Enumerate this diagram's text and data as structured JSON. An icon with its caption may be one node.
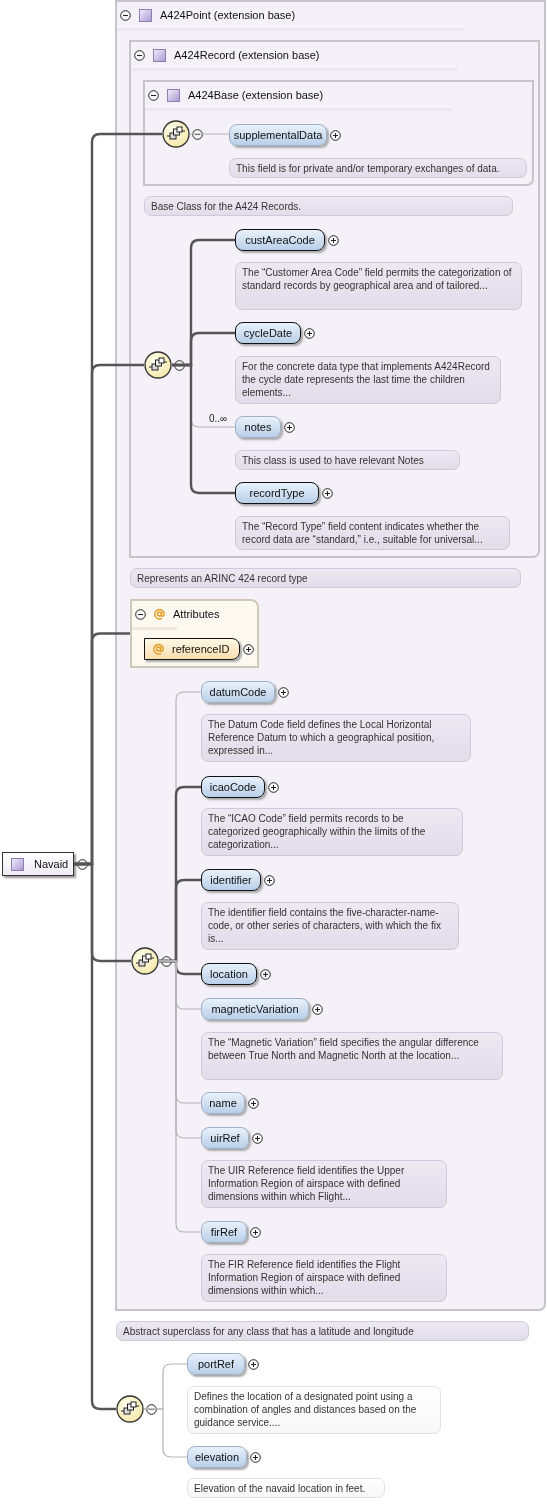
{
  "diagram": {
    "nodes": [
      {
        "text": [
          "Navaid"
        ]
      },
      {
        "text": [
          "A424Point (extension base)"
        ]
      },
      {
        "text": [
          "A424Record (extension base)"
        ],
        "in": 1
      },
      {
        "text": [
          "A424Base (extension base)"
        ],
        "in": 2
      },
      {
        "text": [],
        "shape": "circle",
        "in": 3
      },
      {
        "text": [
          "supplementalData"
        ],
        "in": 3
      },
      {
        "text": [
          "This field is for private and/or temporary exchanges of data."
        ],
        "in": 3
      },
      {
        "text": [
          "Base Class for the A424 Records."
        ],
        "in": 2
      },
      {
        "text": [],
        "shape": "circle",
        "in": 2
      },
      {
        "text": [
          "custAreaCode"
        ],
        "in": 2
      },
      {
        "text": [
          "The “Customer Area Code” field permits the categorization of standard records by geographical area and of tailored..."
        ],
        "in": 2
      },
      {
        "text": [
          "cycleDate"
        ],
        "in": 2
      },
      {
        "text": [
          "For the concrete data type that implements A424Record the cycle date represents the last time the children elements..."
        ],
        "in": 2
      },
      {
        "text": [
          "notes"
        ],
        "in": 2
      },
      {
        "text": [
          "This class is used to have relevant Notes"
        ],
        "in": 2
      },
      {
        "text": [
          "recordType"
        ],
        "in": 2
      },
      {
        "text": [
          "The “Record Type” field content indicates whether the record data are “standard,” i.e., suitable for universal..."
        ],
        "in": 2
      },
      {
        "text": [
          "Represents an ARINC 424 record type"
        ],
        "in": 1
      },
      {
        "text": [
          "Attributes"
        ],
        "in": 1
      },
      {
        "text": [
          "referenceID"
        ],
        "in": 18
      },
      {
        "text": [],
        "shape": "circle",
        "in": 1
      },
      {
        "text": [
          "datumCode"
        ],
        "in": 1
      },
      {
        "text": [
          "The Datum Code field defines the Local Horizontal Reference Datum to which a geographical position, expressed in..."
        ],
        "in": 1
      },
      {
        "text": [
          "icaoCode"
        ],
        "in": 1
      },
      {
        "text": [
          "The “ICAO Code” field permits records to be categorized geographically within the limits of the categorization..."
        ],
        "in": 1
      },
      {
        "text": [
          "identifier"
        ],
        "in": 1
      },
      {
        "text": [
          "The identifier field contains the five-character-name-code, or other series of characters, with which the fix is..."
        ],
        "in": 1
      },
      {
        "text": [
          "location"
        ],
        "in": 1
      },
      {
        "text": [
          "magneticVariation"
        ],
        "in": 1
      },
      {
        "text": [
          "The “Magnetic Variation” field specifies the angular difference between True North and Magnetic North at the location..."
        ],
        "in": 1
      },
      {
        "text": [
          "name"
        ],
        "in": 1
      },
      {
        "text": [
          "uirRef"
        ],
        "in": 1
      },
      {
        "text": [
          "The UIR Reference field identifies the Upper Information Region of airspace with defined dimensions within which Flight..."
        ],
        "in": 1
      },
      {
        "text": [
          "firRef"
        ],
        "in": 1
      },
      {
        "text": [
          "The FIR Reference field identifies the Flight Information Region of airspace with defined dimensions within which..."
        ],
        "in": 1
      },
      {
        "text": [
          "Abstract superclass for any class that has a latitude and longitude"
        ]
      },
      {
        "text": [],
        "shape": "circle"
      },
      {
        "text": [
          "portRef"
        ]
      },
      {
        "text": [
          "Defines the location of a designated point using a combination of angles and distances based on the guidance service...."
        ]
      },
      {
        "text": [
          "elevation"
        ]
      },
      {
        "text": [
          "Elevation of the navaid location in feet."
        ]
      }
    ],
    "edges": [
      {
        "from": 0,
        "to": 4,
        "arrow": "none"
      },
      {
        "from": 0,
        "to": 8,
        "arrow": "none"
      },
      {
        "from": 0,
        "to": 18,
        "arrow": "none"
      },
      {
        "from": 0,
        "to": 20,
        "arrow": "none"
      },
      {
        "from": 0,
        "to": 36,
        "arrow": "none"
      },
      {
        "from": 4,
        "to": 5,
        "arrow": "none",
        "color": "#b4b4b4"
      },
      {
        "from": 8,
        "to": 9,
        "arrow": "none"
      },
      {
        "from": 8,
        "to": 11,
        "arrow": "none"
      },
      {
        "from": 8,
        "to": 13,
        "arrow": "none",
        "color": "#b4b4b4",
        "label": "0..∞"
      },
      {
        "from": 8,
        "to": 15,
        "arrow": "none"
      },
      {
        "from": 20,
        "to": 21,
        "arrow": "none",
        "color": "#b4b4b4"
      },
      {
        "from": 20,
        "to": 23,
        "arrow": "none"
      },
      {
        "from": 20,
        "to": 25,
        "arrow": "none"
      },
      {
        "from": 20,
        "to": 27,
        "arrow": "none"
      },
      {
        "from": 20,
        "to": 28,
        "arrow": "none",
        "color": "#b4b4b4"
      },
      {
        "from": 20,
        "to": 30,
        "arrow": "none",
        "color": "#b4b4b4"
      },
      {
        "from": 20,
        "to": 31,
        "arrow": "none",
        "color": "#b4b4b4"
      },
      {
        "from": 20,
        "to": 33,
        "arrow": "none",
        "color": "#b4b4b4"
      },
      {
        "from": 36,
        "to": 37,
        "arrow": "none",
        "color": "#b4b4b4"
      },
      {
        "from": 36,
        "to": 39,
        "arrow": "none",
        "color": "#b4b4b4"
      }
    ]
  }
}
